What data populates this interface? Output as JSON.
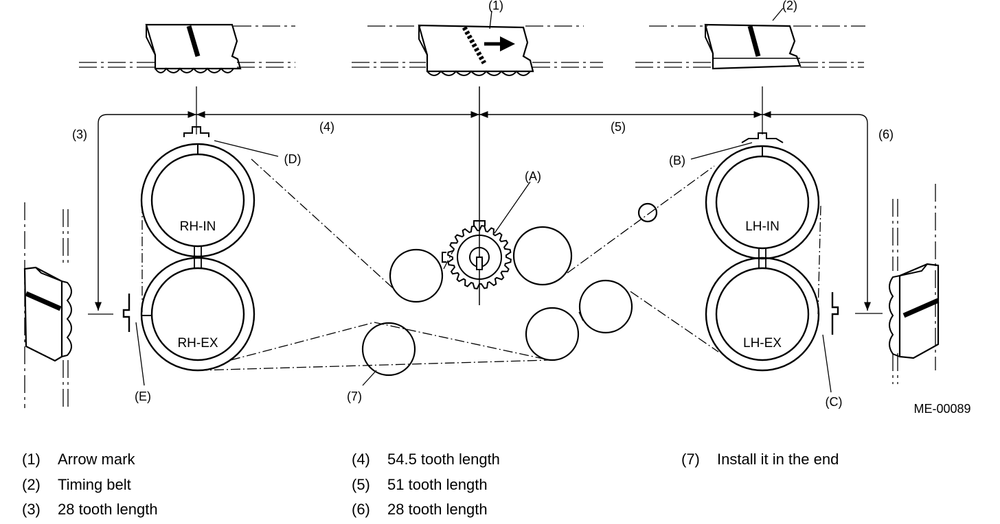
{
  "diagram": {
    "figure_id": "ME-00089",
    "callouts": {
      "c1": "(1)",
      "c2": "(2)",
      "c3": "(3)",
      "c4": "(4)",
      "c5": "(5)",
      "c6": "(6)",
      "c7": "(7)",
      "A": "(A)",
      "B": "(B)",
      "C": "(C)",
      "D": "(D)",
      "E": "(E)"
    },
    "pulleys": {
      "rh_in": "RH-IN",
      "rh_ex": "RH-EX",
      "lh_in": "LH-IN",
      "lh_ex": "LH-EX"
    }
  },
  "legend": {
    "col1": [
      {
        "num": "(1)",
        "text": "Arrow mark"
      },
      {
        "num": "(2)",
        "text": "Timing belt"
      },
      {
        "num": "(3)",
        "text": "28 tooth length"
      }
    ],
    "col2": [
      {
        "num": "(4)",
        "text": "54.5 tooth length"
      },
      {
        "num": "(5)",
        "text": "51 tooth length"
      },
      {
        "num": "(6)",
        "text": "28 tooth length"
      }
    ],
    "col3": [
      {
        "num": "(7)",
        "text": "Install it in the end"
      }
    ]
  }
}
